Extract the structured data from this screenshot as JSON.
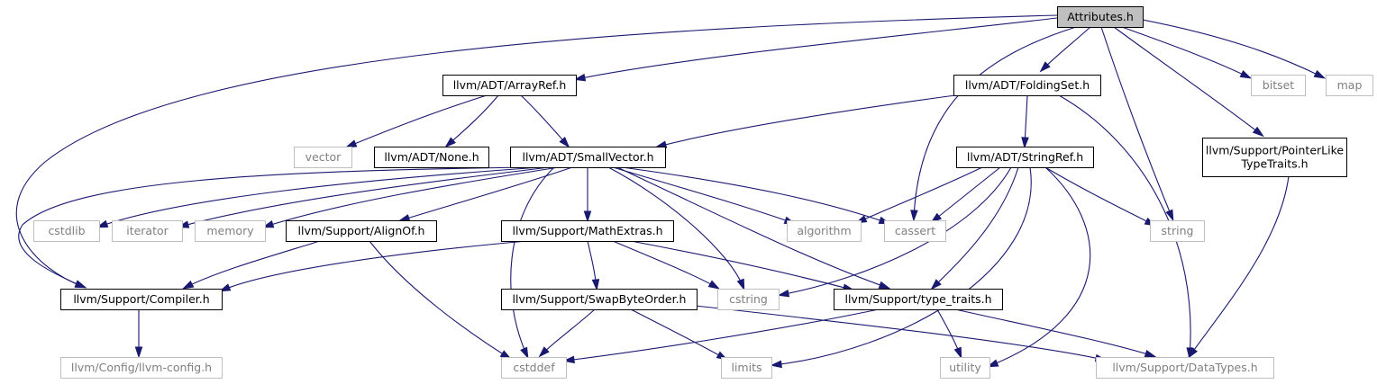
{
  "colors": {
    "edge": "#191970",
    "node_border": "#000000",
    "external_border": "#bfbfbf",
    "root_fill": "#bfbfbf",
    "node_fill": "#ffffff",
    "external_text": "#808080",
    "text": "#000000"
  },
  "nodes": [
    {
      "id": "attributes",
      "label": "Attributes.h",
      "kind": "root"
    },
    {
      "id": "arrayref",
      "label": "llvm/ADT/ArrayRef.h",
      "kind": "internal"
    },
    {
      "id": "foldingset",
      "label": "llvm/ADT/FoldingSet.h",
      "kind": "internal"
    },
    {
      "id": "bitset",
      "label": "bitset",
      "kind": "external"
    },
    {
      "id": "map",
      "label": "map",
      "kind": "external"
    },
    {
      "id": "vector",
      "label": "vector",
      "kind": "external"
    },
    {
      "id": "none",
      "label": "llvm/ADT/None.h",
      "kind": "internal"
    },
    {
      "id": "smallvector",
      "label": "llvm/ADT/SmallVector.h",
      "kind": "internal"
    },
    {
      "id": "stringref",
      "label": "llvm/ADT/StringRef.h",
      "kind": "internal"
    },
    {
      "id": "pointerlike",
      "label": "llvm/Support/PointerLike\nTypeTraits.h",
      "kind": "internal"
    },
    {
      "id": "cstdlib",
      "label": "cstdlib",
      "kind": "external"
    },
    {
      "id": "iterator",
      "label": "iterator",
      "kind": "external"
    },
    {
      "id": "memory",
      "label": "memory",
      "kind": "external"
    },
    {
      "id": "alignof",
      "label": "llvm/Support/AlignOf.h",
      "kind": "internal"
    },
    {
      "id": "mathextras",
      "label": "llvm/Support/MathExtras.h",
      "kind": "internal"
    },
    {
      "id": "algorithm",
      "label": "algorithm",
      "kind": "external"
    },
    {
      "id": "cassert",
      "label": "cassert",
      "kind": "external"
    },
    {
      "id": "string",
      "label": "string",
      "kind": "external"
    },
    {
      "id": "compiler",
      "label": "llvm/Support/Compiler.h",
      "kind": "internal"
    },
    {
      "id": "swapbyteorder",
      "label": "llvm/Support/SwapByteOrder.h",
      "kind": "internal"
    },
    {
      "id": "cstring",
      "label": "cstring",
      "kind": "external"
    },
    {
      "id": "typetraits",
      "label": "llvm/Support/type_traits.h",
      "kind": "internal"
    },
    {
      "id": "llvmconfig",
      "label": "llvm/Config/llvm-config.h",
      "kind": "external"
    },
    {
      "id": "cstddef",
      "label": "cstddef",
      "kind": "external"
    },
    {
      "id": "limits",
      "label": "limits",
      "kind": "external"
    },
    {
      "id": "utility",
      "label": "utility",
      "kind": "external"
    },
    {
      "id": "datatypes",
      "label": "llvm/Support/DataTypes.h",
      "kind": "external"
    }
  ],
  "edges": [
    {
      "from": "attributes",
      "to": "arrayref"
    },
    {
      "from": "attributes",
      "to": "foldingset"
    },
    {
      "from": "attributes",
      "to": "bitset"
    },
    {
      "from": "attributes",
      "to": "map"
    },
    {
      "from": "attributes",
      "to": "pointerlike"
    },
    {
      "from": "attributes",
      "to": "string"
    },
    {
      "from": "attributes",
      "to": "cassert"
    },
    {
      "from": "attributes",
      "to": "compiler"
    },
    {
      "from": "arrayref",
      "to": "vector"
    },
    {
      "from": "arrayref",
      "to": "none"
    },
    {
      "from": "arrayref",
      "to": "smallvector"
    },
    {
      "from": "foldingset",
      "to": "smallvector"
    },
    {
      "from": "foldingset",
      "to": "stringref"
    },
    {
      "from": "foldingset",
      "to": "datatypes"
    },
    {
      "from": "smallvector",
      "to": "cstdlib"
    },
    {
      "from": "smallvector",
      "to": "iterator"
    },
    {
      "from": "smallvector",
      "to": "memory"
    },
    {
      "from": "smallvector",
      "to": "alignof"
    },
    {
      "from": "smallvector",
      "to": "mathextras"
    },
    {
      "from": "smallvector",
      "to": "algorithm"
    },
    {
      "from": "smallvector",
      "to": "cassert"
    },
    {
      "from": "smallvector",
      "to": "compiler"
    },
    {
      "from": "smallvector",
      "to": "cstring"
    },
    {
      "from": "smallvector",
      "to": "typetraits"
    },
    {
      "from": "smallvector",
      "to": "cstddef"
    },
    {
      "from": "stringref",
      "to": "algorithm"
    },
    {
      "from": "stringref",
      "to": "cassert"
    },
    {
      "from": "stringref",
      "to": "string"
    },
    {
      "from": "stringref",
      "to": "cstring"
    },
    {
      "from": "stringref",
      "to": "typetraits"
    },
    {
      "from": "stringref",
      "to": "limits"
    },
    {
      "from": "stringref",
      "to": "utility"
    },
    {
      "from": "pointerlike",
      "to": "datatypes"
    },
    {
      "from": "alignof",
      "to": "compiler"
    },
    {
      "from": "alignof",
      "to": "cstddef"
    },
    {
      "from": "mathextras",
      "to": "compiler"
    },
    {
      "from": "mathextras",
      "to": "swapbyteorder"
    },
    {
      "from": "mathextras",
      "to": "cstring"
    },
    {
      "from": "mathextras",
      "to": "typetraits"
    },
    {
      "from": "compiler",
      "to": "llvmconfig"
    },
    {
      "from": "swapbyteorder",
      "to": "cstddef"
    },
    {
      "from": "swapbyteorder",
      "to": "limits"
    },
    {
      "from": "swapbyteorder",
      "to": "datatypes"
    },
    {
      "from": "typetraits",
      "to": "cstddef"
    },
    {
      "from": "typetraits",
      "to": "utility"
    },
    {
      "from": "typetraits",
      "to": "datatypes"
    }
  ]
}
